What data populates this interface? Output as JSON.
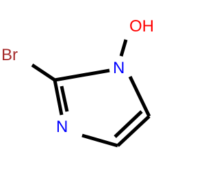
{
  "molecule": {
    "atoms": {
      "br": {
        "symbol": "Br",
        "color": "#a52a2a"
      },
      "n1": {
        "symbol": "N",
        "color": "#0000ff"
      },
      "n3": {
        "symbol": "N",
        "color": "#0000ff"
      },
      "o": {
        "symbol": "OH",
        "color": "#ff0000"
      }
    },
    "bond_color": "#000000"
  }
}
